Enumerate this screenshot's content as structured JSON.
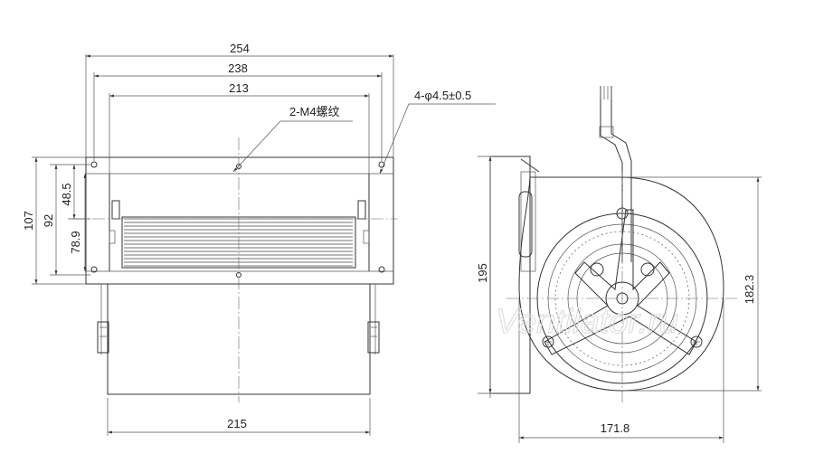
{
  "front_view": {
    "dim_254": "254",
    "dim_238": "238",
    "dim_213": "213",
    "dim_215": "215",
    "dim_107": "107",
    "dim_92": "92",
    "dim_78_9": "78.9",
    "dim_48_5": "48.5",
    "note_thread": "2-M4螺纹",
    "note_holes": "4-φ4.5±0.5"
  },
  "side_view": {
    "dim_195": "195",
    "dim_182_3": "182.3",
    "dim_171_8": "171.8"
  },
  "watermark": "Ventilator.ru"
}
